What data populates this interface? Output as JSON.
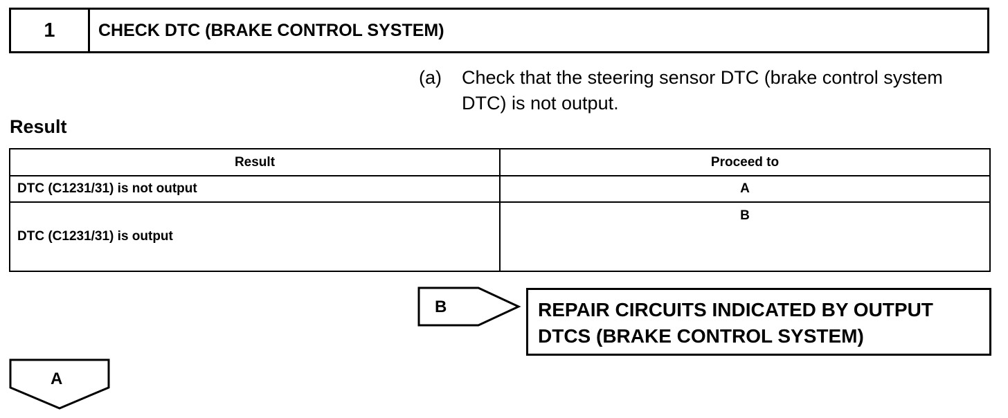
{
  "step": {
    "number": "1",
    "title": "CHECK DTC (BRAKE CONTROL SYSTEM)"
  },
  "instruction": {
    "marker": "(a)",
    "text": "Check that the steering sensor DTC (brake control system DTC) is not output."
  },
  "result_heading": "Result",
  "table": {
    "headers": [
      "Result",
      "Proceed to"
    ],
    "rows": [
      {
        "result": "DTC (C1231/31) is not output",
        "proceed": "A"
      },
      {
        "result": "DTC (C1231/31) is output",
        "proceed": "B"
      }
    ]
  },
  "branch_b": {
    "label": "B",
    "action": "REPAIR CIRCUITS INDICATED BY OUTPUT DTCS (BRAKE CONTROL SYSTEM)"
  },
  "branch_a": {
    "label": "A"
  }
}
